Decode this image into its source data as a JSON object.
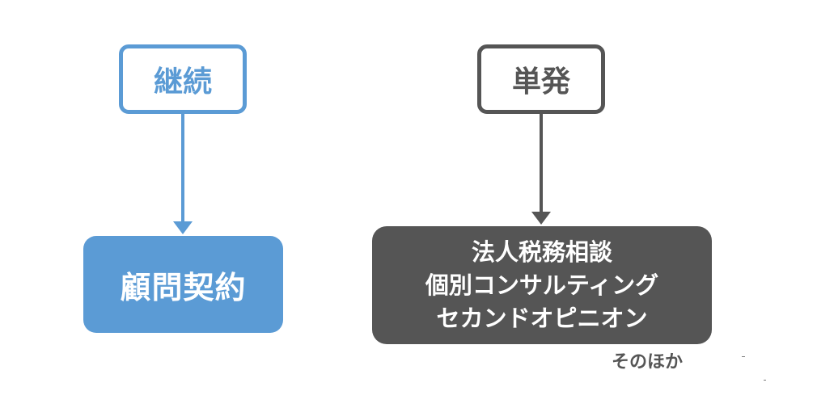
{
  "boxes": {
    "continuous": "継続",
    "single": "単発",
    "advisory_contract": "顧問契約",
    "services": [
      "法人税務相談",
      "個別コンサルティング",
      "セカンドオピニオン"
    ]
  },
  "other_label": "そのほか",
  "colors": {
    "blue": "#5b9bd5",
    "gray": "#555555"
  }
}
